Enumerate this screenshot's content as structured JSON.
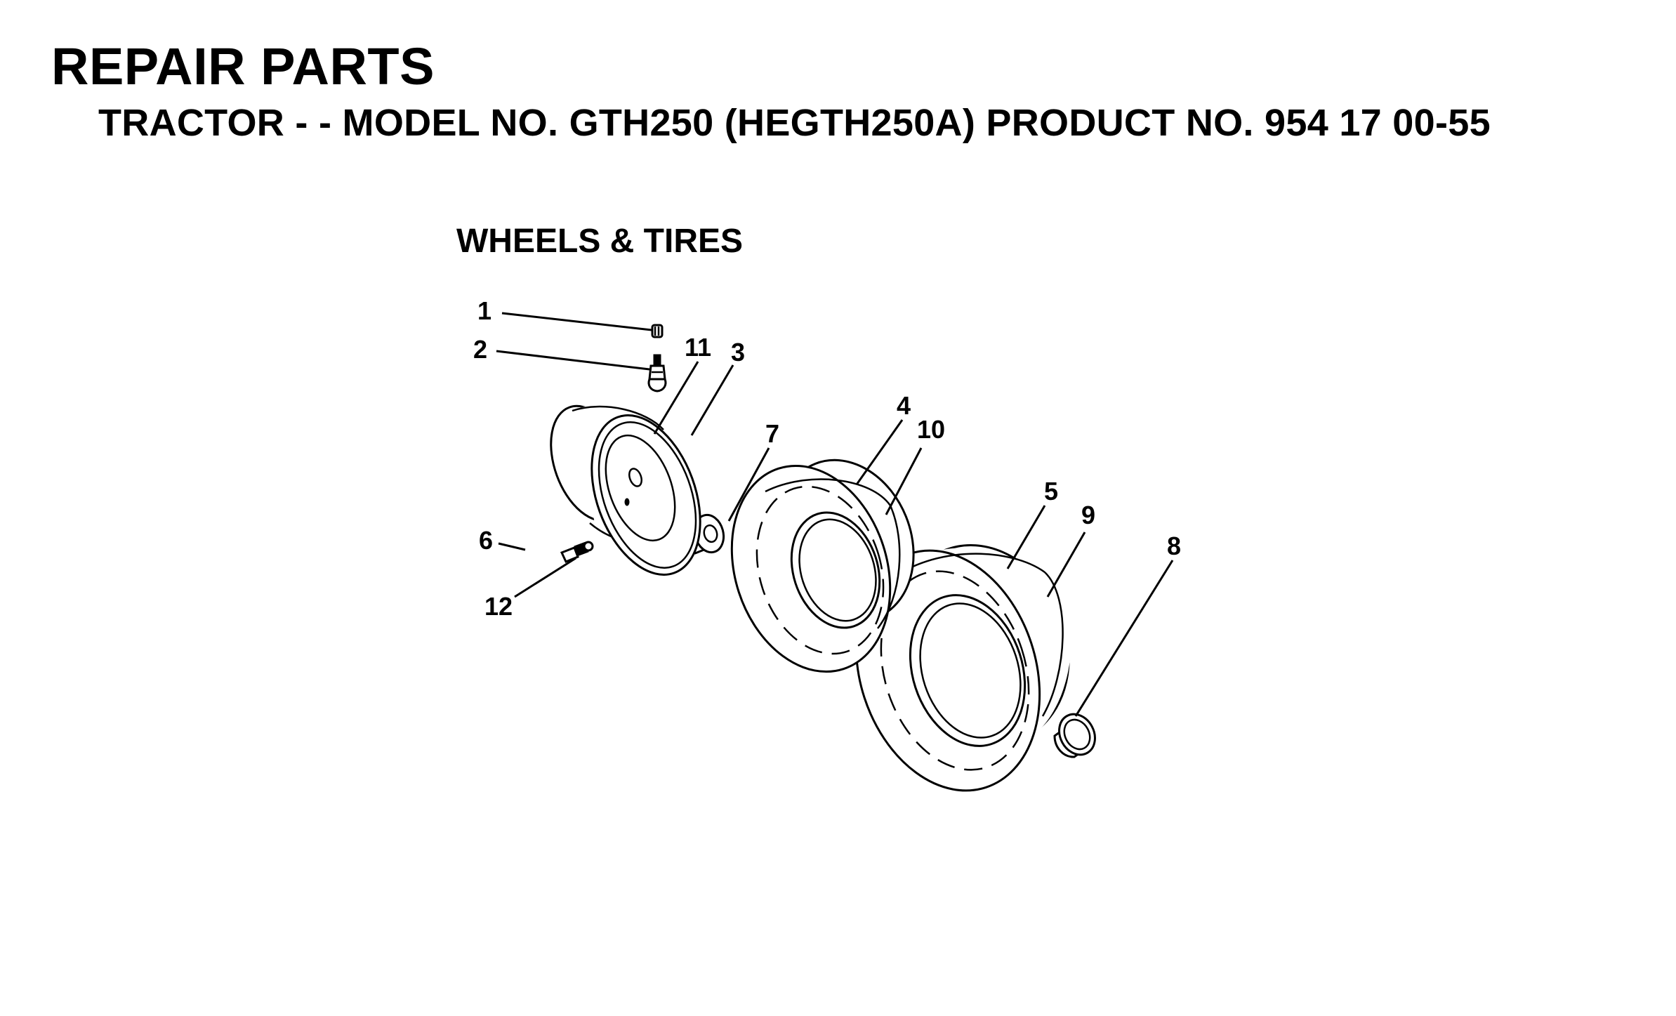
{
  "header": {
    "title": "REPAIR PARTS",
    "subtitle": "TRACTOR - - MODEL NO. GTH250 (HEGTH250A) PRODUCT NO. 954 17 00-55"
  },
  "section": {
    "title": "WHEELS & TIRES"
  },
  "callouts": [
    "1",
    "2",
    "11",
    "3",
    "7",
    "4",
    "10",
    "5",
    "9",
    "8",
    "6",
    "12"
  ]
}
